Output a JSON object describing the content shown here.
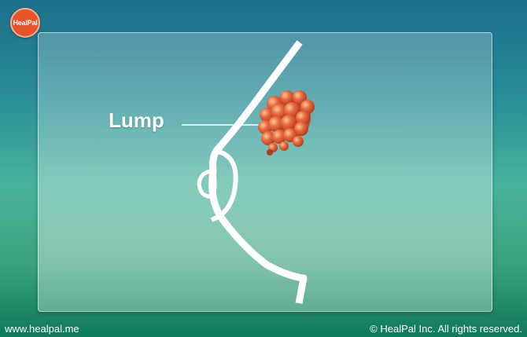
{
  "brand": {
    "logo_text": "HealPal",
    "accent": "#e8542a"
  },
  "illustration": {
    "label": "Lump",
    "outline_color": "#ffffff",
    "lump_color": "#d9482a",
    "lump_highlight": "#f4b07a"
  },
  "footer": {
    "website": "www.healpal.me",
    "copyright": "© HealPal Inc. All rights reserved."
  }
}
